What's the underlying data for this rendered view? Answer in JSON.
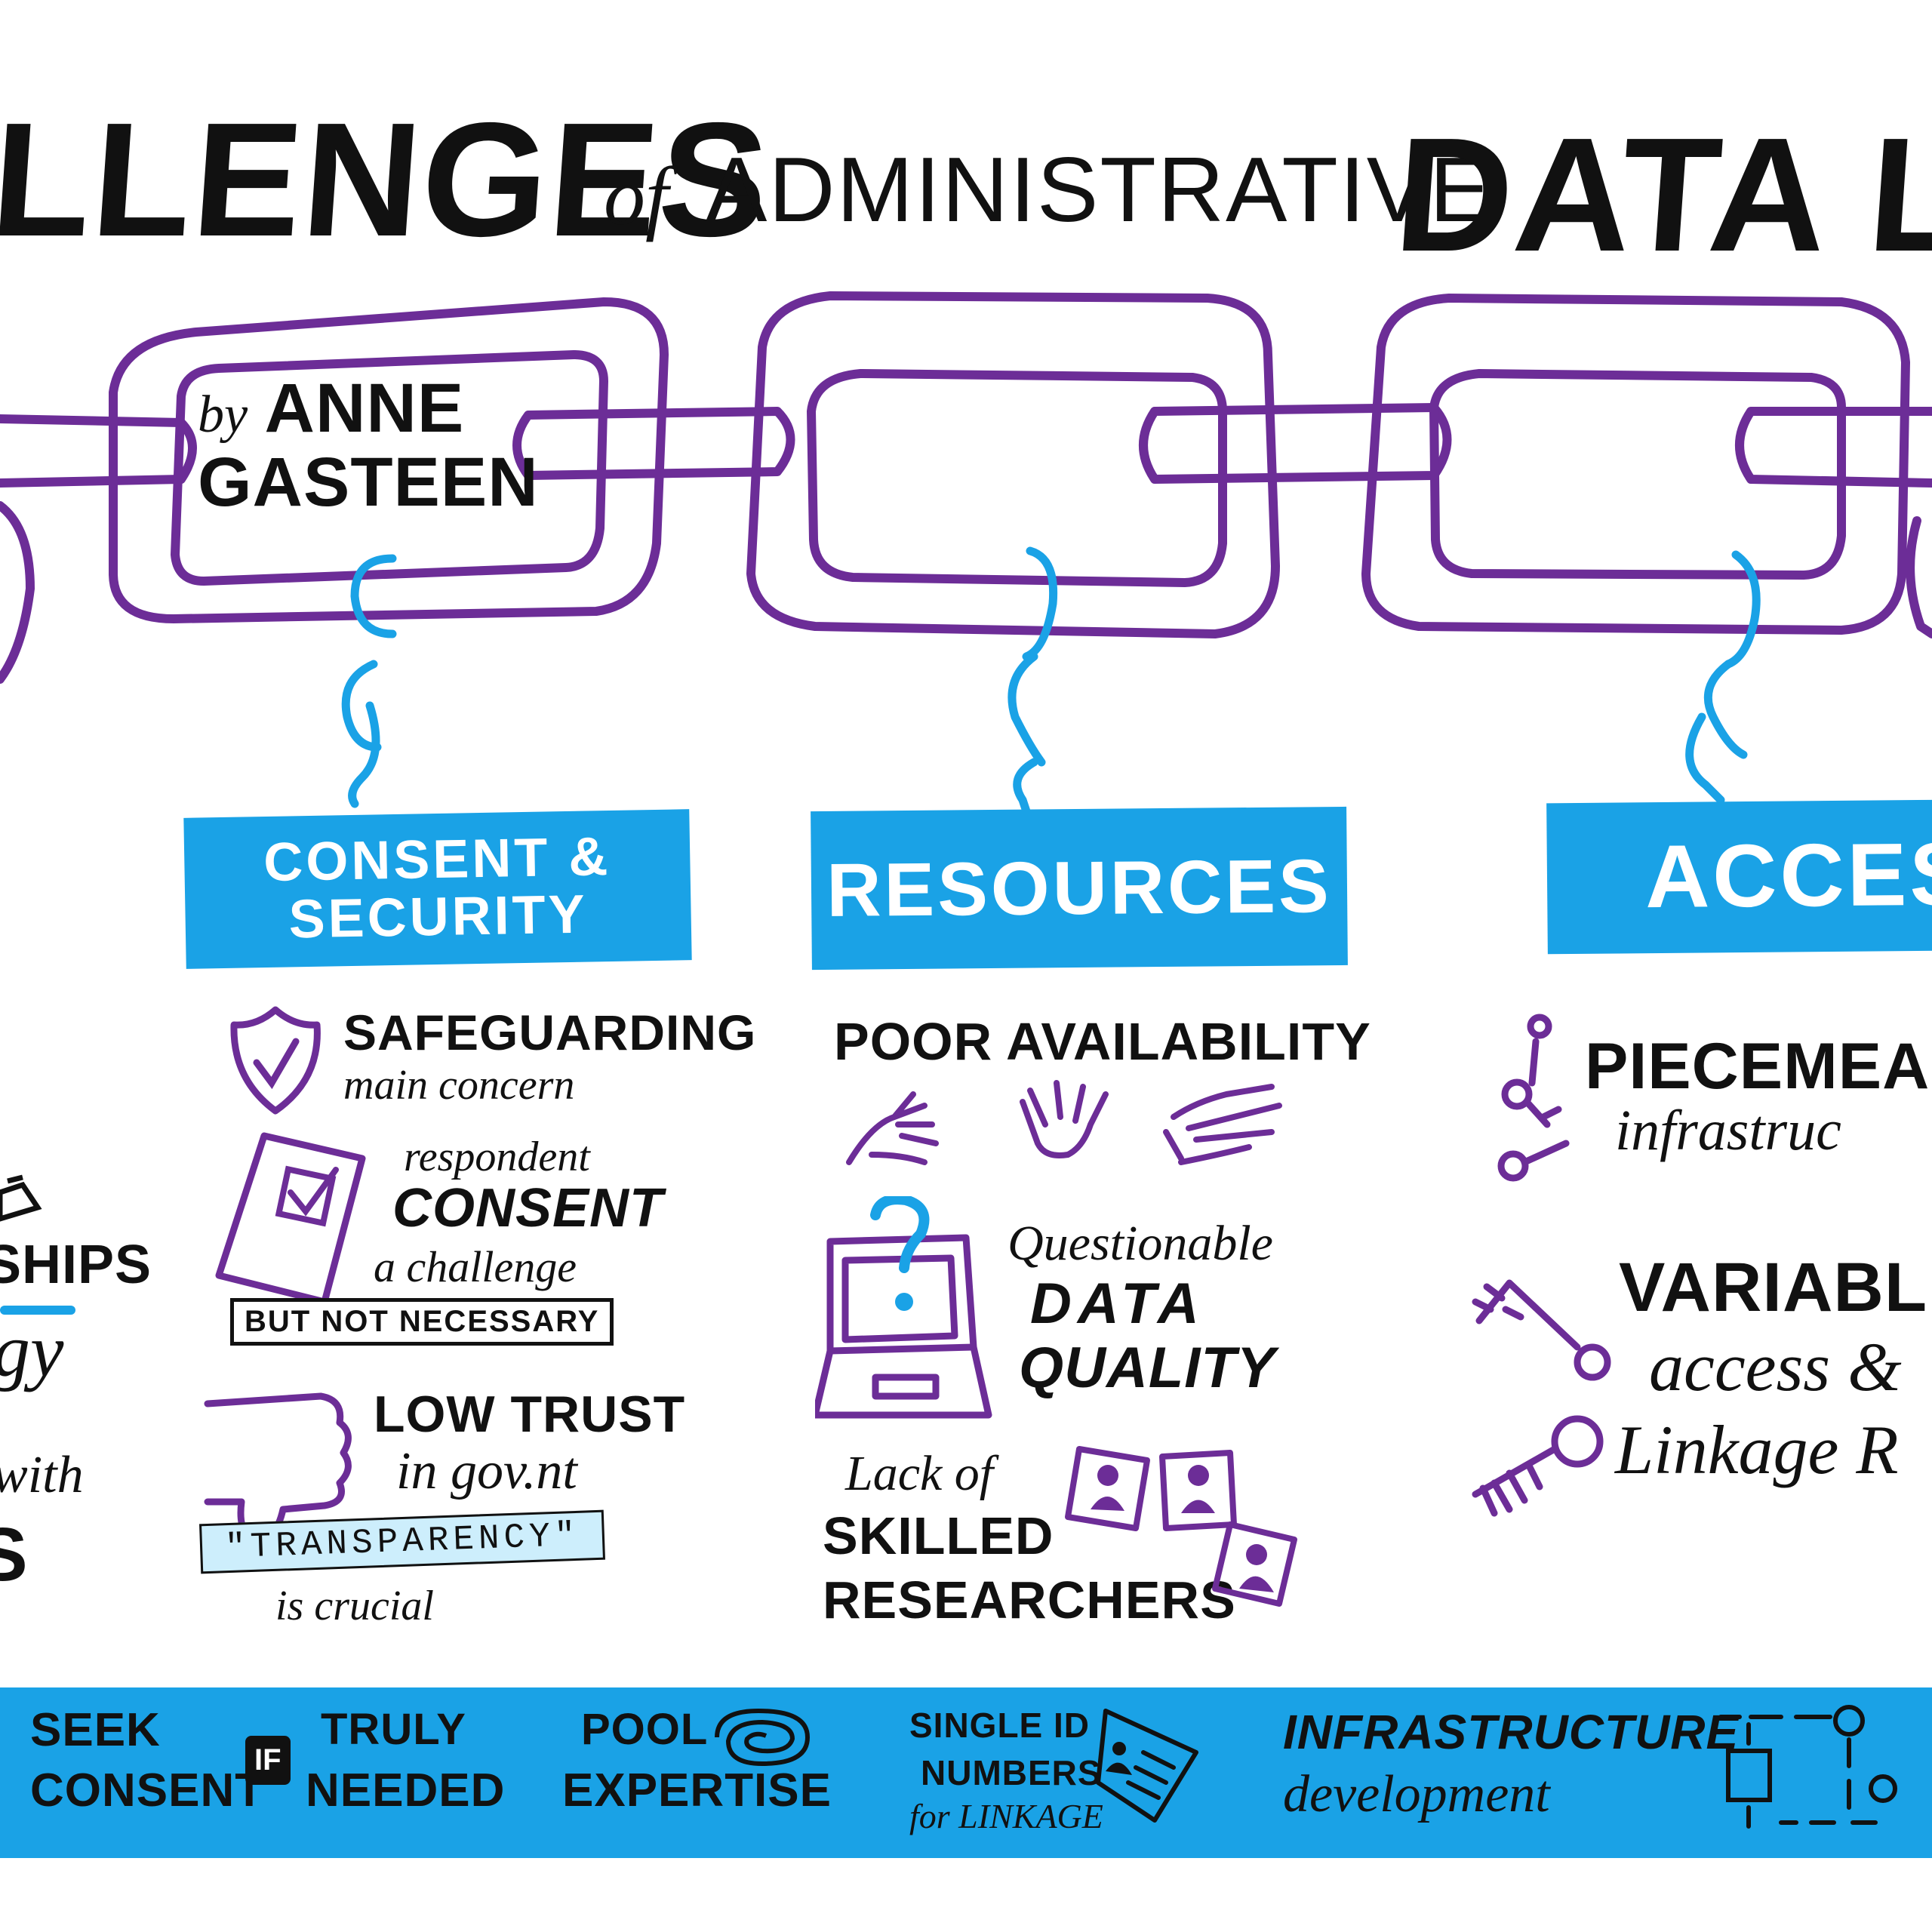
{
  "title": {
    "part1": "LLENGES",
    "part2": "of",
    "part3": "ADMINISTRATIVE",
    "part4": "DATA LIN"
  },
  "byline": {
    "by": "by",
    "author_line1": "ANNE",
    "author_line2": "GASTEEN"
  },
  "colors": {
    "chain": "#6c2d97",
    "hook": "#1aa2e6",
    "accent": "#1aa2e6",
    "ink": "#111111",
    "highlight": "#cdeefc"
  },
  "left_partial": {
    "line1": "SHIPS",
    "line2": "gy",
    "line3": "with",
    "line4": "S"
  },
  "categories": [
    {
      "label_line1": "CONSENT &",
      "label_line2": "SECURITY",
      "items": {
        "safeguarding": "SAFEGUARDING",
        "safeguarding_sub": "main concern",
        "respondent": "respondent",
        "consent": "CONSENT",
        "challenge": "a challenge",
        "but_not": "BUT NOT NECESSARY",
        "low_trust": "LOW TRUST",
        "in_govt": "in gov.nt",
        "transparency": "\"TRANSPARENCY\"",
        "crucial": "is crucial"
      },
      "icons": [
        "shield-check-icon",
        "consent-form-icon",
        "thumbs-down-icon"
      ]
    },
    {
      "label_line1": "RESOURCES",
      "items": {
        "poor": "POOR AVAILABILITY",
        "questionable": "Questionable",
        "data": "DATA",
        "quality": "QUALITY",
        "lack_of": "Lack of",
        "skilled": "SKILLED",
        "researchers": "RESEARCHERS"
      },
      "icons": [
        "empty-hands-icon",
        "laptop-question-icon",
        "researcher-cards-icon"
      ]
    },
    {
      "label_line1": "ACCES",
      "items": {
        "piecemeal": "PIECEMEA",
        "infra": "infrastruc",
        "variable": "VARIABL",
        "access": "access &",
        "linkage": "Linkage R"
      },
      "icons": [
        "broken-key-icon",
        "keys-icon"
      ]
    }
  ],
  "footer": {
    "seek": "SEEK",
    "consent": "CONSENT",
    "if": "IF",
    "truly": "TRULY",
    "needed": "NEEDED",
    "pool": "POOL",
    "expertise": "EXPERTISE",
    "single": "SINGLE ID",
    "numbers": "NUMBERS",
    "for_linkage": "for LINKAGE",
    "infrastructure": "INFRASTRUCTURE",
    "development": "development"
  }
}
